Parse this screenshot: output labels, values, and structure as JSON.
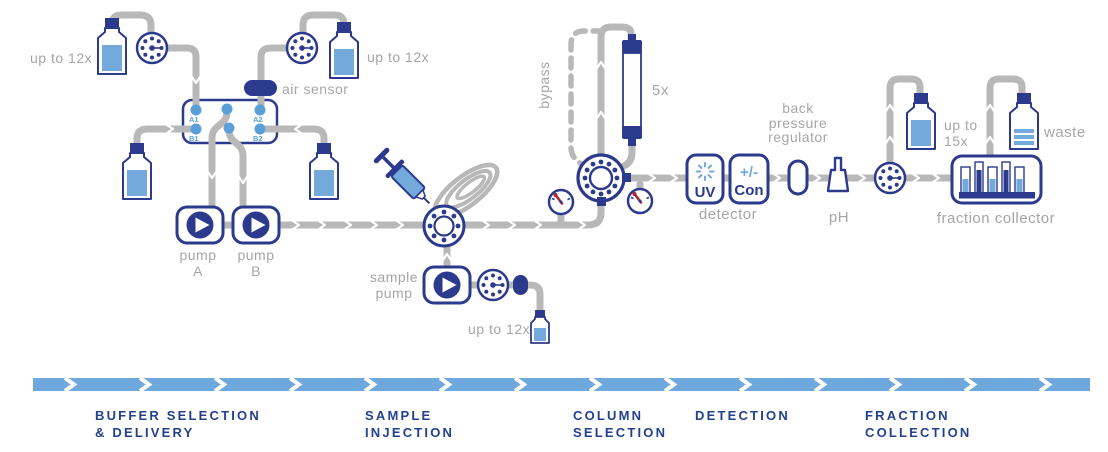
{
  "colors": {
    "navy": "#2b3a8c",
    "fill_blue": "#74a9dc",
    "port_blue": "#5b9fd8",
    "tube_gray": "#b8b8b8",
    "label_gray": "#a6a6a6",
    "band_blue": "#6fa8dc",
    "stage_text_navy": "#24418f",
    "gauge_needle_red": "#b5232a"
  },
  "labels": {
    "up_to_12x_left": "up to 12x",
    "up_to_12x_right": "up to 12x",
    "up_to_12x_sample": "up to 12x",
    "air_sensor": "air sensor",
    "port_a1": "A1",
    "port_b1": "B1",
    "port_a2": "A2",
    "port_b2": "B2",
    "pump_word_a": "pump",
    "pump_a": "A",
    "pump_word_b": "pump",
    "pump_b": "B",
    "sample_word": "sample",
    "sample_pump_word": "pump",
    "bypass": "bypass",
    "column_count": "5x",
    "uv": "UV",
    "con_sign": "+/-",
    "con": "Con",
    "detector": "detector",
    "bpr_1": "back",
    "bpr_2": "pressure",
    "bpr_3": "regulator",
    "ph": "pH",
    "up_to_15x_1": "up to",
    "up_to_15x_2": "15x",
    "waste": "waste",
    "fraction_collector": "fraction collector"
  },
  "stages": [
    {
      "line1": "BUFFER SELECTION",
      "line2": "& DELIVERY"
    },
    {
      "line1": "SAMPLE",
      "line2": "INJECTION"
    },
    {
      "line1": "COLUMN",
      "line2": "SELECTION"
    },
    {
      "line1": "DETECTION",
      "line2": ""
    },
    {
      "line1": "FRACTION",
      "line2": "COLLECTION"
    }
  ]
}
